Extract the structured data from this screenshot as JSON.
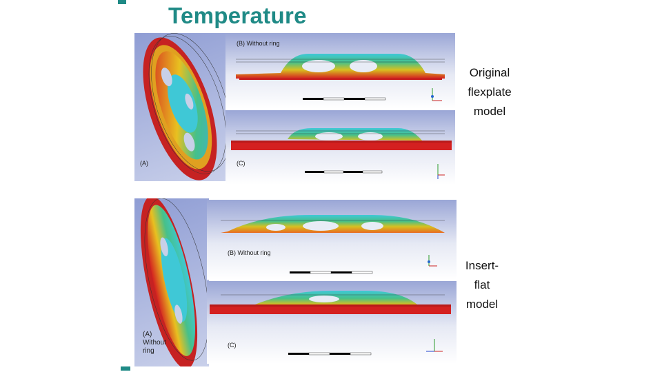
{
  "slide": {
    "title": "Temperature",
    "groups": [
      {
        "side_label": [
          "Original",
          "flexplate",
          "model"
        ],
        "panel_a_label": "(A)",
        "panel_b_label": "(B) Without ring",
        "panel_c_label": "(C)"
      },
      {
        "side_label": [
          "Insert-",
          "flat",
          "model"
        ],
        "panel_a_label": [
          "(A)",
          "Without",
          "ring"
        ],
        "panel_b_label": "(B) Without ring",
        "panel_c_label": "(C)"
      }
    ]
  },
  "colors": {
    "title": "#1f8a86",
    "panel_bg": "#c8cfe6",
    "hot": "#d42020",
    "cool": "#3fc8d6"
  }
}
